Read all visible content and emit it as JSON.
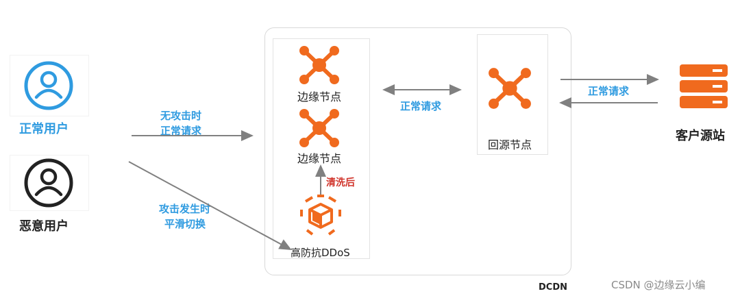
{
  "users": {
    "normal_label": "正常用户",
    "malicious_label": "恶意用户"
  },
  "arrows": {
    "normal_no_attack_line1": "无攻击时",
    "normal_no_attack_line2": "正常请求",
    "attack_line1": "攻击发生时",
    "attack_line2": "平滑切换",
    "edge_to_origin": "正常请求",
    "origin_to_source": "正常请求",
    "cleaned": "清洗后"
  },
  "nodes": {
    "edge1_label": "边缘节点",
    "edge2_label": "边缘节点",
    "ddos_label": "高防抗DDoS",
    "origin_label": "回源节点",
    "source_label": "客户源站"
  },
  "container": {
    "label": "DCDN"
  },
  "watermark": "CSDN @边缘云小编",
  "colors": {
    "accent_blue": "#2f9be0",
    "accent_orange": "#f06a1e",
    "alert_red": "#d0332a",
    "arrow_gray": "#808080"
  }
}
